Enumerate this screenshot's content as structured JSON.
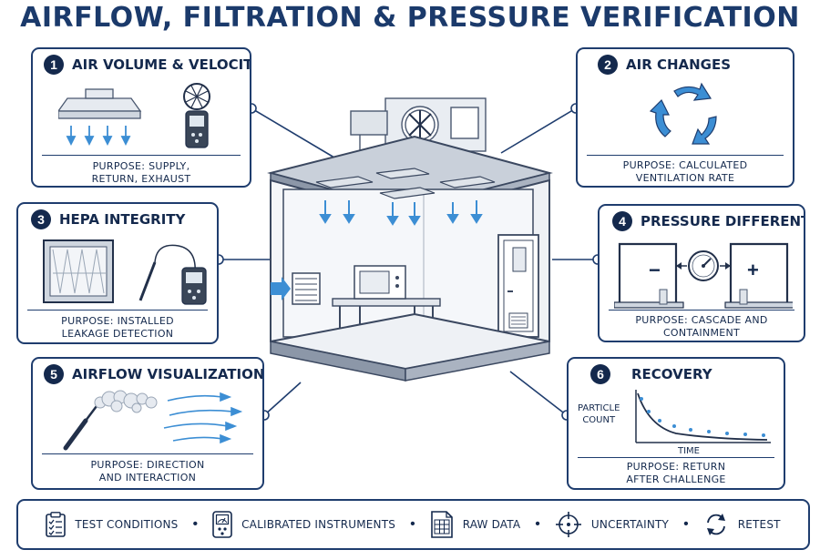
{
  "title": "AIRFLOW, FILTRATION & PRESSURE VERIFICATION",
  "cards": [
    {
      "number": "1",
      "title": "AIR VOLUME & VELOCITY",
      "purpose_line1": "PURPOSE: SUPPLY,",
      "purpose_line2": "RETURN, EXHAUST"
    },
    {
      "number": "2",
      "title": "AIR CHANGES",
      "purpose_line1": "PURPOSE: CALCULATED",
      "purpose_line2": "VENTILATION RATE"
    },
    {
      "number": "3",
      "title": "HEPA INTEGRITY",
      "purpose_line1": "PURPOSE: INSTALLED",
      "purpose_line2": "LEAKAGE DETECTION"
    },
    {
      "number": "4",
      "title": "PRESSURE DIFFERENTIAL",
      "purpose_line1": "PURPOSE: CASCADE AND",
      "purpose_line2": "CONTAINMENT"
    },
    {
      "number": "5",
      "title": "AIRFLOW VISUALIZATION",
      "purpose_line1": "PURPOSE: DIRECTION",
      "purpose_line2": "AND INTERACTION"
    },
    {
      "number": "6",
      "title": "RECOVERY",
      "purpose_line1": "PURPOSE: RETURN",
      "purpose_line2": "AFTER CHALLENGE"
    }
  ],
  "pressure_symbols": {
    "minus": "−",
    "plus": "+"
  },
  "recovery_chart": {
    "ylabel_line1": "PARTICLE",
    "ylabel_line2": "COUNT",
    "xlabel": "TIME"
  },
  "footer": [
    {
      "label": "TEST CONDITIONS",
      "icon": "clipboard-checklist-icon"
    },
    {
      "label": "CALIBRATED INSTRUMENTS",
      "icon": "meter-icon"
    },
    {
      "label": "RAW DATA",
      "icon": "spreadsheet-icon"
    },
    {
      "label": "UNCERTAINTY",
      "icon": "crosshair-icon"
    },
    {
      "label": "RETEST",
      "icon": "refresh-icon"
    }
  ],
  "colors": {
    "navy": "#14294d",
    "accent_blue": "#3c8ed4",
    "border": "#1f3d6e"
  }
}
